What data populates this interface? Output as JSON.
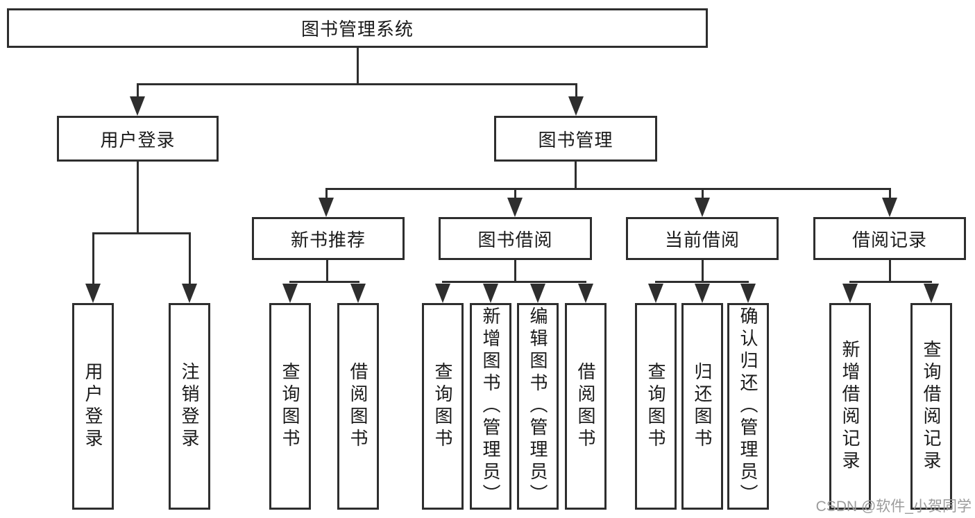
{
  "colors": {
    "background": "#ffffff",
    "line": "#2e2e2e",
    "box_border": "#2e2e2e",
    "box_fill": "#ffffff",
    "text": "#1a1a1a",
    "watermark": "#9b9b9b"
  },
  "watermark": {
    "text": "CSDN @软件_小贺同学"
  },
  "nodes": {
    "root": {
      "label": "图书管理系统"
    },
    "user_login": {
      "label": "用户登录",
      "leaves": [
        {
          "label": "用户登录"
        },
        {
          "label": "注销登录"
        }
      ]
    },
    "book_mgmt": {
      "label": "图书管理",
      "sections": [
        {
          "label": "新书推荐",
          "leaves": [
            {
              "label": "查询图书"
            },
            {
              "label": "借阅图书"
            }
          ]
        },
        {
          "label": "图书借阅",
          "leaves": [
            {
              "label": "查询图书"
            },
            {
              "label": "新增图书（管理员）"
            },
            {
              "label": "编辑图书（管理员）"
            },
            {
              "label": "借阅图书"
            }
          ]
        },
        {
          "label": "当前借阅",
          "leaves": [
            {
              "label": "查询图书"
            },
            {
              "label": "归还图书"
            },
            {
              "label": "确认归还（管理员）"
            }
          ]
        },
        {
          "label": "借阅记录",
          "leaves": [
            {
              "label": "新增借阅记录"
            },
            {
              "label": "查询借阅记录"
            }
          ]
        }
      ]
    }
  }
}
